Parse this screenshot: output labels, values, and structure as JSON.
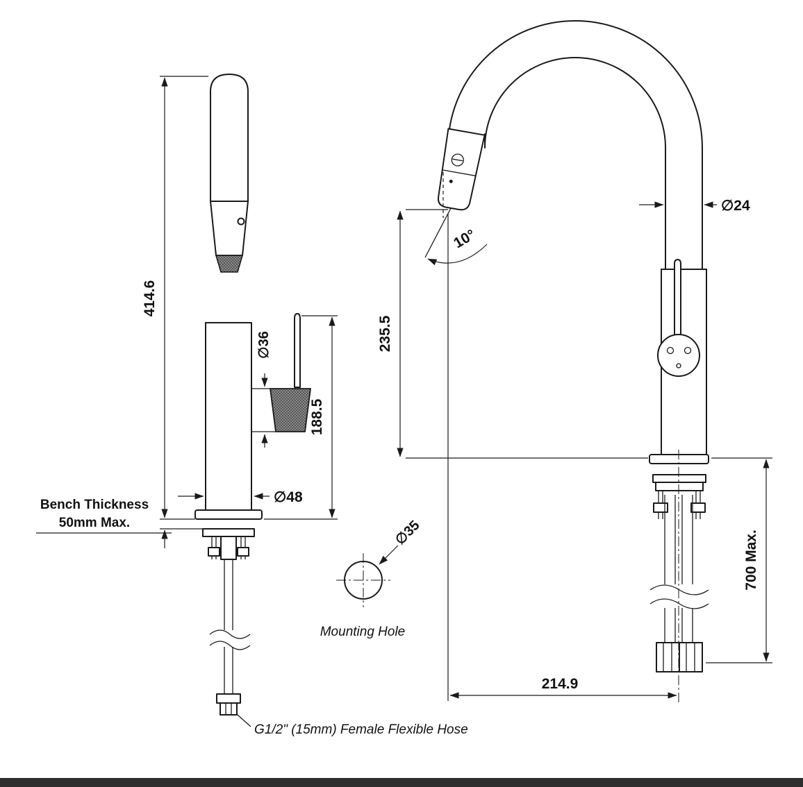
{
  "colors": {
    "line": "#1a1a1a",
    "bottom_bar": "#2e2e2e"
  },
  "left_view": {
    "height": "414.6",
    "handle_dia": "∅36",
    "handle_height": "188.5",
    "base_dia": "∅48",
    "bench_label_1": "Bench Thickness",
    "bench_label_2": "50mm Max."
  },
  "right_view": {
    "tube_dia": "∅24",
    "spout_height": "235.5",
    "angle": "10°",
    "hose_length": "700  Max.",
    "reach": "214.9"
  },
  "mounting_hole": {
    "dia": "∅35",
    "label": "Mounting Hole"
  },
  "hose_note": "G1/2\" (15mm) Female Flexible Hose"
}
